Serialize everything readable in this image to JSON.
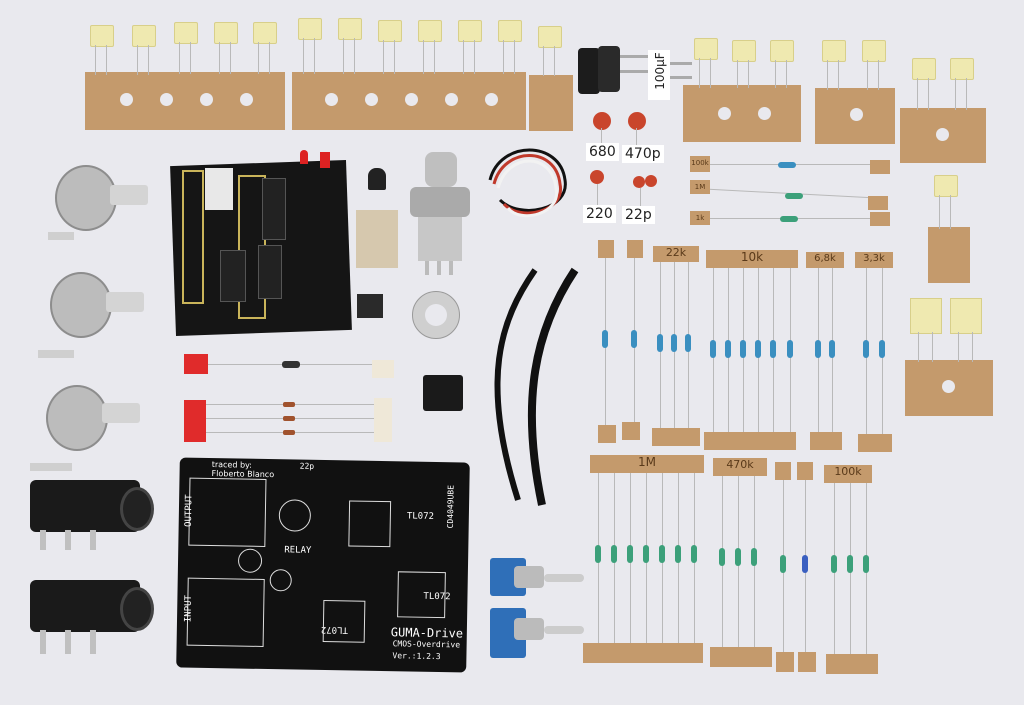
{
  "capacitor_values": [
    "100µF",
    "680",
    "470p",
    "220",
    "22p"
  ],
  "resistor_labels": {
    "top_row": [
      "22k",
      "10k",
      "6,8k",
      "3,3k"
    ],
    "bottom_row": [
      "1M",
      "470k",
      "100k"
    ],
    "horizontal": [
      "100k",
      "1M",
      "1k"
    ]
  },
  "pcb": {
    "credit_line1": "traced by:",
    "credit_line2": "Floberto Blanco",
    "title": "GUMA-Drive",
    "subtitle": "CMOS-Overdrive",
    "version": "Ver.:1.2.3",
    "chip_labels": [
      "TL072",
      "TL072",
      "TL072",
      "CD4049UBE"
    ],
    "relay_label": "RELAY",
    "input_label": "INPUT",
    "output_label": "OUTPUT",
    "cap_22p": "22p"
  },
  "colors": {
    "background": "#e9e9ee",
    "paper_tape": "#c49a6c",
    "film_capacitor": "#efe9b0",
    "pcb": "#111111",
    "resistor_body": "#3a8fc0"
  }
}
